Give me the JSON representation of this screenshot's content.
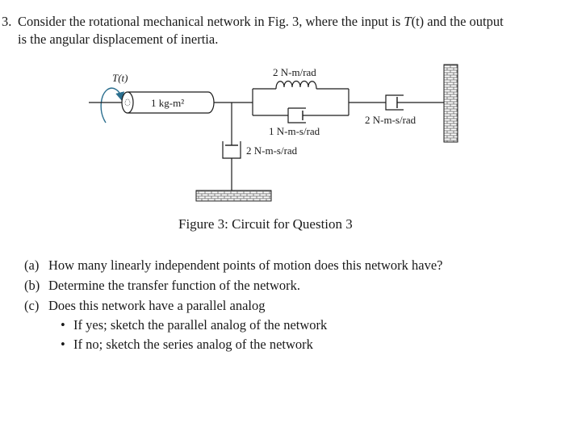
{
  "question": {
    "number": "3.",
    "line1_a": "Consider the rotational mechanical network in Fig. 3, where the input is ",
    "input_symbol": "T",
    "input_arg": "(t)",
    "line1_b": " and the output",
    "line2": "is the angular displacement of inertia."
  },
  "figure": {
    "torque_label": "T(t)",
    "inertia_label": "1 kg-m²",
    "spring_label": "2 N-m/rad",
    "damper_parallel_label": "1 N-m-s/rad",
    "damper_ground_label": "2 N-m-s/rad",
    "damper_right_label": "2 N-m-s/rad",
    "caption": "Figure 3: Circuit for Question 3"
  },
  "parts": [
    {
      "label": "(a)",
      "text": "How many linearly independent points of motion does this network have?"
    },
    {
      "label": "(b)",
      "text": "Determine the transfer function of the network."
    },
    {
      "label": "(c)",
      "text": "Does this network have a parallel analog"
    }
  ],
  "bullets": [
    {
      "symbol": "•",
      "text": "If yes; sketch the parallel analog of the network"
    },
    {
      "symbol": "•",
      "text": "If no; sketch the series analog of the network"
    }
  ],
  "colors": {
    "ink": "#1a1a1a",
    "torque_arrow": "#2b6f8f"
  }
}
